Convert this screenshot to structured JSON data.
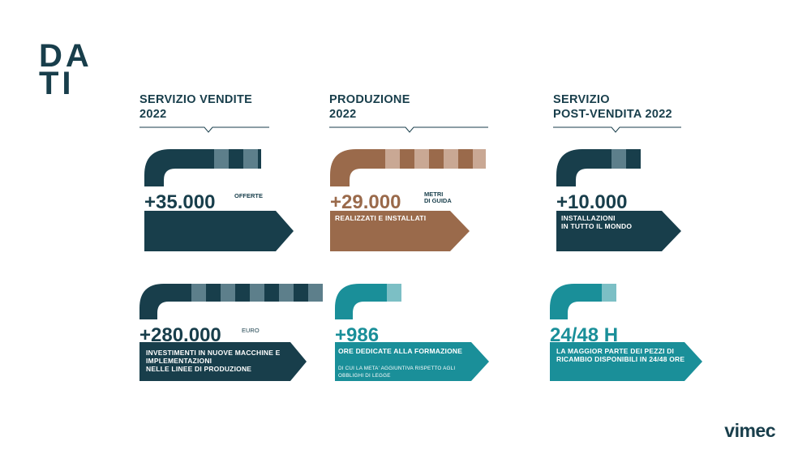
{
  "title": {
    "line1": "DA",
    "line2": "TI"
  },
  "columns": [
    {
      "head1": "SERVIZIO VENDITE",
      "head2": "2022"
    },
    {
      "head1": "PRODUZIONE",
      "head2": "2022"
    },
    {
      "head1": "SERVIZIO",
      "head2": "POST-VENDITA 2022"
    }
  ],
  "cards": [
    {
      "value": "+35.000",
      "unit1": "OFFERTE",
      "unit2": "",
      "desc1": "",
      "desc2": "",
      "desc3": "",
      "sub1": "",
      "sub2": "",
      "color": "#183e4b"
    },
    {
      "value": "+29.000",
      "unit1": "METRI",
      "unit2": "DI GUIDA",
      "desc1": "REALIZZATI E INSTALLATI",
      "desc2": "",
      "desc3": "",
      "sub1": "",
      "sub2": "",
      "color": "#9a6a4b"
    },
    {
      "value": "+10.000",
      "unit1": "",
      "unit2": "",
      "desc1": "INSTALLAZIONI",
      "desc2": "IN TUTTO IL MONDO",
      "desc3": "",
      "sub1": "",
      "sub2": "",
      "color": "#183e4b"
    },
    {
      "value": "+280.000",
      "unit1": "EURO",
      "unit2": "",
      "desc1": "INVESTIMENTI IN NUOVE MACCHINE E",
      "desc2": "IMPLEMENTAZIONI",
      "desc3": "NELLE LINEE DI PRODUZIONE",
      "sub1": "",
      "sub2": "",
      "color": "#183e4b"
    },
    {
      "value": "+986",
      "unit1": "",
      "unit2": "",
      "desc1": "ORE DEDICATE ALLA FORMAZIONE",
      "desc2": "",
      "desc3": "",
      "sub1": "DI CUI LA META' AGGIUNTIVA RISPETTO AGLI",
      "sub2": "OBBLIGHI DI LEGGE",
      "color": "#1a8f99"
    },
    {
      "value": "24/48 H",
      "unit1": "",
      "unit2": "",
      "desc1": "LA MAGGIOR PARTE DEI PEZZI DI",
      "desc2": "RICAMBIO DISPONIBILI IN 24/48 ORE",
      "desc3": "",
      "sub1": "",
      "sub2": "",
      "color": "#1a8f99"
    }
  ],
  "logo": {
    "text": "vimec"
  },
  "colors": {
    "navy": "#183e4b",
    "brown": "#9a6a4b",
    "teal": "#1a8f99"
  }
}
